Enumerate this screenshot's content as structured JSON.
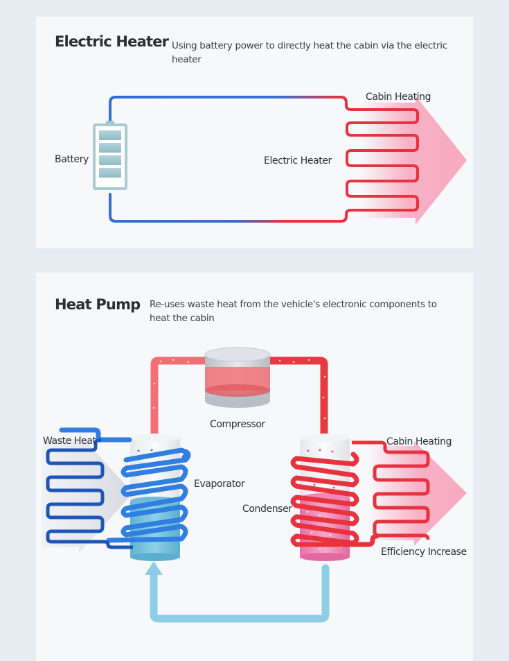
{
  "electric_heater": {
    "title": "Electric Heater",
    "description": "Using battery power to directly heat the cabin via the electric heater",
    "labels": {
      "battery": "Battery",
      "electric_heater": "Electric Heater",
      "cabin_heating": "Cabin Heating"
    }
  },
  "heat_pump": {
    "title": "Heat Pump",
    "description": "Re-uses waste heat from the vehicle's electronic components to heat the cabin",
    "labels": {
      "compressor": "Compressor",
      "waste_heat": "Waste Heat",
      "evaporator": "Evaporator",
      "condenser": "Condenser",
      "cabin_heating": "Cabin Heating",
      "efficiency_increase": "Efficiency Increase"
    }
  },
  "colors": {
    "background": "#e8edf4",
    "card": "#f7f8fa",
    "hot": "#e8333f",
    "cold": "#2f6fd6",
    "return_line": "#8fcde6",
    "cabin_arrow": "#f7a9c0"
  }
}
